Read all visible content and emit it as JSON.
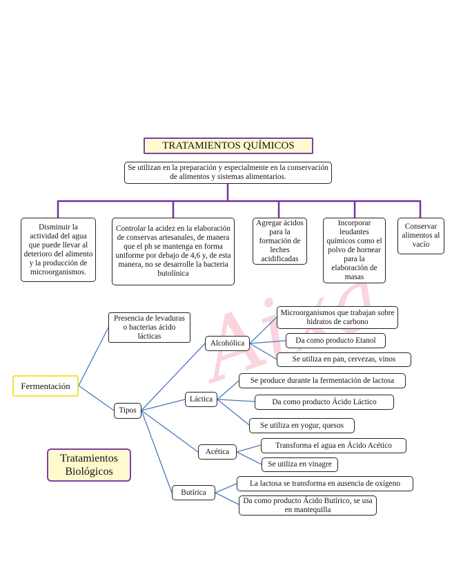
{
  "title": "TRATAMIENTOS QUÍMICOS",
  "intro": "Se utilizan en la preparación y especialmente en la conservación de alimentos y sistemas alimentarios.",
  "purposes": [
    "Disminuir la actividad del agua que puede llevar al deterioro del alimento y la producción de microorganismos.",
    "Controlar la acidez en la elaboración de conservas artesanales, de manera que el ph se mantenga en forma uniforme por debajo de 4,6 y, de esta manera, no se desarrolle la bacteria butolínica",
    "Agregar ácidos para la formación de leches acidificadas",
    "Incorporar leudantes químicos como el polvo de hornear para la elaboración de masas",
    "Conservar alimentos al vacío"
  ],
  "bio_title": "Tratamientos Biológicos",
  "fermentation": {
    "label": "Fermentación",
    "presence": "Presencia de levaduras o bacterias ácido lácticas",
    "tipos": "Tipos",
    "types": [
      {
        "name": "Alcohólica",
        "details": [
          "Microorganismos que trabajan sobre hidratos de carbono",
          "Da como producto Etanol",
          "Se utiliza en pan, cervezas, vinos"
        ]
      },
      {
        "name": "Láctica",
        "details": [
          "Se produce durante la fermentación de lactosa",
          "Da como producto Ácido Láctico",
          "Se utiliza en yogur, quesos"
        ]
      },
      {
        "name": "Acética",
        "details": [
          "Transforma el agua en Ácido Acético",
          "Se utiliza en vinagre"
        ]
      },
      {
        "name": "Butírica",
        "details": [
          "La lactosa se transforma en ausencia de oxígeno",
          "Da como producto Ácido Butírico, se usa en mantequilla"
        ]
      }
    ]
  },
  "watermark": "Aixa",
  "colors": {
    "connector_purple": "#7030a0",
    "connector_blue": "#4a78c2",
    "title_fill": "#fffad0",
    "fermentation_border": "#f2e23a",
    "watermark": "#f6b3c4"
  }
}
